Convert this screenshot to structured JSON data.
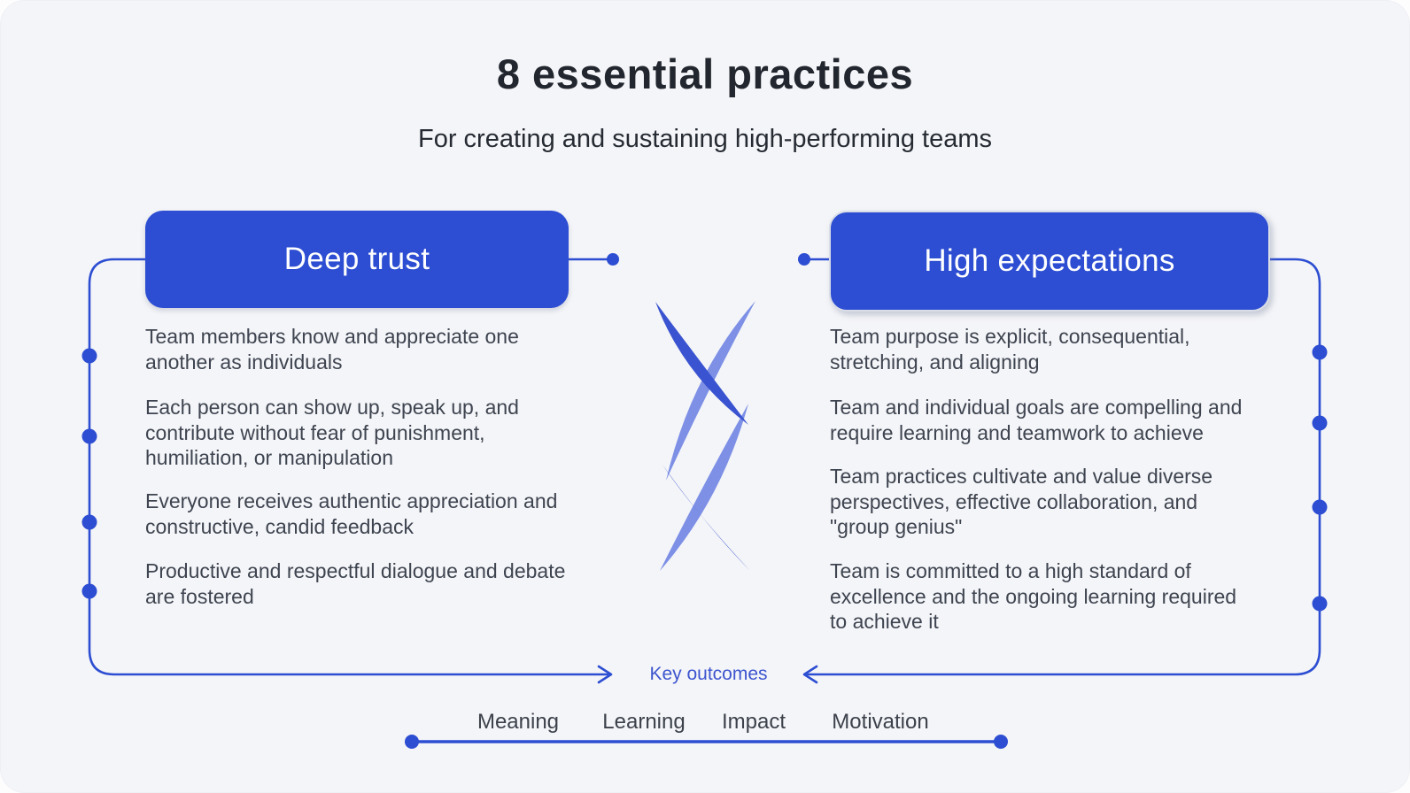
{
  "title": "8 essential practices",
  "subtitle": "For creating and sustaining high-performing teams",
  "colors": {
    "accent": "#2d4ed2",
    "helix_dark": "#3a53d0",
    "helix_light": "#7d90e6",
    "canvas_bg": "#f4f5f8",
    "body_text": "#3e4450",
    "key_outcomes_text": "#3d55cf"
  },
  "left_section": {
    "heading": "Deep trust",
    "items": [
      "Team members know and appreciate one another as individuals",
      "Each person can show up, speak up, and contribute without fear of punishment, humiliation, or manipulation",
      "Everyone receives authentic appreciation and constructive, candid feedback",
      "Productive and respectful dialogue and debate are fostered"
    ]
  },
  "right_section": {
    "heading": "High expectations",
    "items": [
      "Team purpose is explicit, consequential, stretching, and aligning",
      "Team and individual goals are compelling and require learning and teamwork to achieve",
      "Team practices cultivate and value diverse perspectives, effective collaboration, and \"group genius\"",
      "Team is committed to a high standard of excellence and the ongoing learning required to achieve it"
    ]
  },
  "key_outcomes": {
    "label": "Key outcomes",
    "outcomes": [
      "Meaning",
      "Learning",
      "Impact",
      "Motivation"
    ]
  }
}
